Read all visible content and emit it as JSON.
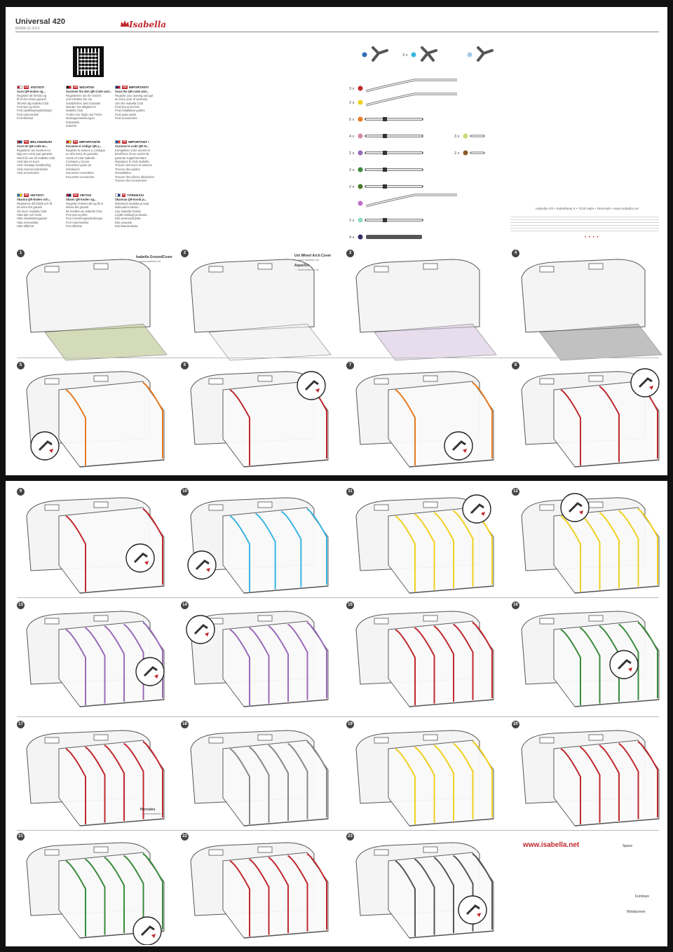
{
  "header": {
    "title": "Universal 420",
    "subtitle": "B0688-02-2016",
    "brand": "Isabella"
  },
  "languages": [
    {
      "code": "DK",
      "heading": "VIGTIGT!",
      "sub": "Scan QR-koden og...",
      "lines": [
        "Registrer dit forhold og",
        "få ét års ekstra garanti",
        "Tilmeld dig Isabella Club",
        "Find tips og tricks",
        "Find opstillingsvejledninger",
        "Find reservedele",
        "Find tilbehør"
      ],
      "flag": [
        "#c8102e",
        "#ffffff"
      ]
    },
    {
      "code": "DE",
      "heading": "WICHTIG!",
      "sub": "Scannen Sie den QR-Code und...",
      "lines": [
        "Registrieren Sie Ihr Vorzelt",
        "und erhalten Sie ein",
        "zusätzliches Jahr Garantie",
        "Werden Sie Mitglied im",
        "Isabella Club",
        "Finden Sie Tipps und Tricks",
        "Montageanweisungen",
        "Ersatzteile",
        "Zubehör"
      ],
      "flag": [
        "#000000",
        "#dd0000"
      ]
    },
    {
      "code": "GB",
      "heading": "IMPORTANT!",
      "sub": "Scan the QR-code and...",
      "lines": [
        "Register your awning and get",
        "an extra year of warranty",
        "Join the Isabella Club",
        "Find tips and tricks",
        "Find installation guides",
        "Find spare parts",
        "Find accessories"
      ],
      "flag": [
        "#012169",
        "#c8102e"
      ]
    },
    {
      "code": "NL",
      "heading": "BELANGRIJK!",
      "sub": "Scan de QR-code en...",
      "lines": [
        "Registreer uw voortent en",
        "krijg een extra jaar garantie",
        "Word lid van de Isabella Club",
        "Vind tips en trucs",
        "Vind montage handleiding",
        "Vind reserveonderdelen",
        "Vind accessoires"
      ],
      "flag": [
        "#ae1c28",
        "#21468b"
      ]
    },
    {
      "code": "ES",
      "heading": "IMPORTANTE",
      "sub": "Escanee el código QR y...",
      "lines": [
        "Registre tu avance y consigue",
        "un año extra de garantía",
        "Únete al Club Isabella",
        "Consejos y trucos",
        "Encuentre guías de",
        "instalación",
        "Encuentre recambios",
        "Encuentre accesorios"
      ],
      "flag": [
        "#c60b1e",
        "#ffc400"
      ]
    },
    {
      "code": "FR",
      "heading": "IMPORTANT !",
      "sub": "Scannez le code QR et...",
      "lines": [
        "Enregistrez votre auvent et",
        "bénéficiez d'une année de",
        "garantie supplémentaire",
        "Rejoignez le Club Isabella",
        "Trouver des trucs et astuces",
        "Trouver des guides",
        "d'installation",
        "Trouver des pièces détachées",
        "Trouver des accessoires"
      ],
      "flag": [
        "#0055a4",
        "#ef4135"
      ]
    },
    {
      "code": "SE",
      "heading": "VIKTIGT!",
      "sub": "Skanna QR-koden och...",
      "lines": [
        "Registrera ditt förtält och få",
        "ett extra års garanti",
        "Gå med i Isabella Club",
        "Hitta tips och tricks",
        "Hitta installationsguider",
        "Hitta reservdelar",
        "Hitta tillbehör"
      ],
      "flag": [
        "#006aa7",
        "#fecc00"
      ]
    },
    {
      "code": "NO",
      "heading": "VIKTIG!",
      "sub": "Skann QR-koden og...",
      "lines": [
        "Registrer fortelet ditt og få et",
        "ekstra års garanti",
        "Bli medlem av Isabella Club",
        "Finn tips og triks",
        "Finn monteringsveiledninger",
        "Finn reservedeler",
        "Finn tilbehør"
      ],
      "flag": [
        "#ba0c2f",
        "#00205b"
      ]
    },
    {
      "code": "FI",
      "heading": "TÄRKEÄÄ!",
      "sub": "Skannaa QR-koodi ja...",
      "lines": [
        "Rekisteröi etuteltta ja saat",
        "lisävuoden takuun",
        "Liity Isabella Clubiin",
        "Löydä vinkkejä ja ideoita",
        "Etsi asennusohjeita",
        "Etsi varaosia",
        "Etsi lisävarusteita"
      ],
      "flag": [
        "#ffffff",
        "#003580"
      ]
    }
  ],
  "parts": [
    {
      "qty": "",
      "color": "#2f6fb5",
      "kind": "joint3"
    },
    {
      "qty": "3 x",
      "color": "#39b5e0",
      "kind": "joint4"
    },
    {
      "qty": "",
      "color": "#a8cbe8",
      "kind": "joint3"
    },
    {
      "qty": "3 x",
      "color": "#c0282d",
      "kind": "arch"
    },
    {
      "qty": "2 x",
      "color": "#f0d020",
      "kind": "arch"
    },
    {
      "qty": "5 x",
      "color": "#e87a20",
      "kind": "pole"
    },
    {
      "qty": "4 x",
      "color": "#d88a9a",
      "kind": "pole"
    },
    {
      "qty": "3 x",
      "color": "#c8dc7a",
      "kind": "peg"
    },
    {
      "qty": "2 x",
      "color": "#9a6ab8",
      "kind": "pole"
    },
    {
      "qty": "2 x",
      "color": "#8a5a2a",
      "kind": "peg"
    },
    {
      "qty": "2 x",
      "color": "#3a8a3a",
      "kind": "pole"
    },
    {
      "qty": "2 x",
      "color": "#4a7a2a",
      "kind": "pole"
    },
    {
      "qty": "",
      "color": "#c070c8",
      "kind": "arch"
    },
    {
      "qty": "2 x",
      "color": "#90d8c8",
      "kind": "pole"
    },
    {
      "qty": "4 x",
      "color": "#3a2a6a",
      "kind": "rod"
    }
  ],
  "company": {
    "address": "Isabella A/S • Isabellavej 5 • 7100 Vejle • Denmark • www.isabella.net",
    "dots": "• • • •"
  },
  "callouts": {
    "groundcover": "Isabella GroundCover",
    "groundcover_url": "→ www.isabella.net",
    "wheelarch": "Uni Wheel Arch Cover",
    "wheelarch_url": "→ www.isabella.net",
    "aquatex": "AquaTex",
    "aquatex_url": "→ www.isabella.net",
    "herculex": "Herculex",
    "herculex_url": "→ www.isabella.net"
  },
  "website": "www.isabella.net",
  "kit": {
    "space": "Space",
    "furniture": "Furniture",
    "windscreen": "Windscreen"
  },
  "steps_top": [
    "1",
    "2",
    "3",
    "4",
    "5",
    "6",
    "7",
    "8"
  ],
  "steps_bottom": [
    "9",
    "10",
    "11",
    "12",
    "13",
    "14",
    "15",
    "16",
    "17",
    "18",
    "19",
    "20",
    "21",
    "22",
    "23"
  ]
}
